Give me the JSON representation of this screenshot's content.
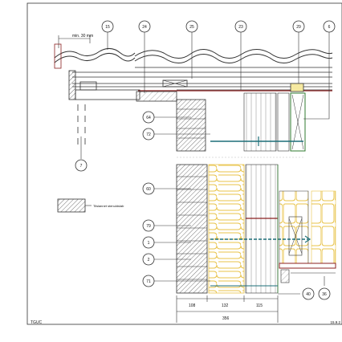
{
  "markers_top": [
    "15",
    "24",
    "25",
    "23",
    "29",
    "6"
  ],
  "markers_left": [
    "64",
    "72",
    "60",
    "79",
    "1",
    "2",
    "71"
  ],
  "marker_7": "7",
  "markers_bottom": [
    "40",
    "36"
  ],
  "dim_top": "min. 30 mm",
  "legend_label": "Tilslannet stenuldslab",
  "dims_bottom": [
    "108",
    "132",
    "115"
  ],
  "dim_total": "356",
  "footer_left": "TGUC",
  "footer_right": "15.9.2"
}
